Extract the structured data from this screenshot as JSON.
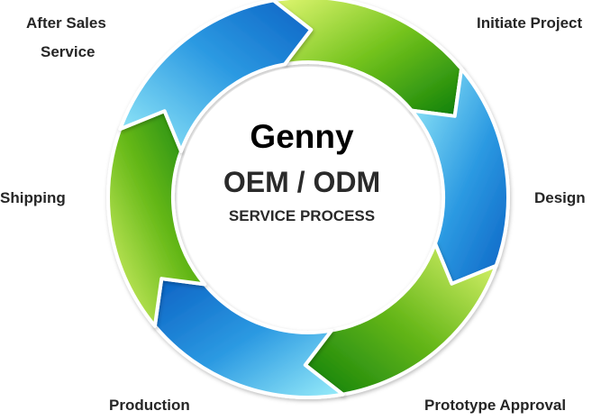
{
  "center": {
    "brand": "Genny",
    "title": "OEM / ODM",
    "subtitle": "SERVICE PROCESS"
  },
  "steps": [
    {
      "label": "Initiate Project",
      "color": "green"
    },
    {
      "label": "Design",
      "color": "blue"
    },
    {
      "label": "Prototype Approval",
      "color": "green"
    },
    {
      "label": "Production",
      "color": "blue"
    },
    {
      "label": "Shipping",
      "color": "green"
    },
    {
      "label": "After Sales\nService",
      "label_lines": [
        "After Sales",
        "Service"
      ],
      "color": "blue"
    }
  ],
  "colors": {
    "green_light": "#d8f36a",
    "green_dark": "#128a0c",
    "blue_light": "#8ee8f8",
    "blue_dark": "#0a6cd0",
    "inner_ring_blue": "#0b2a8a",
    "inner_ring_green": "#0f5a10",
    "text": "#262626"
  }
}
